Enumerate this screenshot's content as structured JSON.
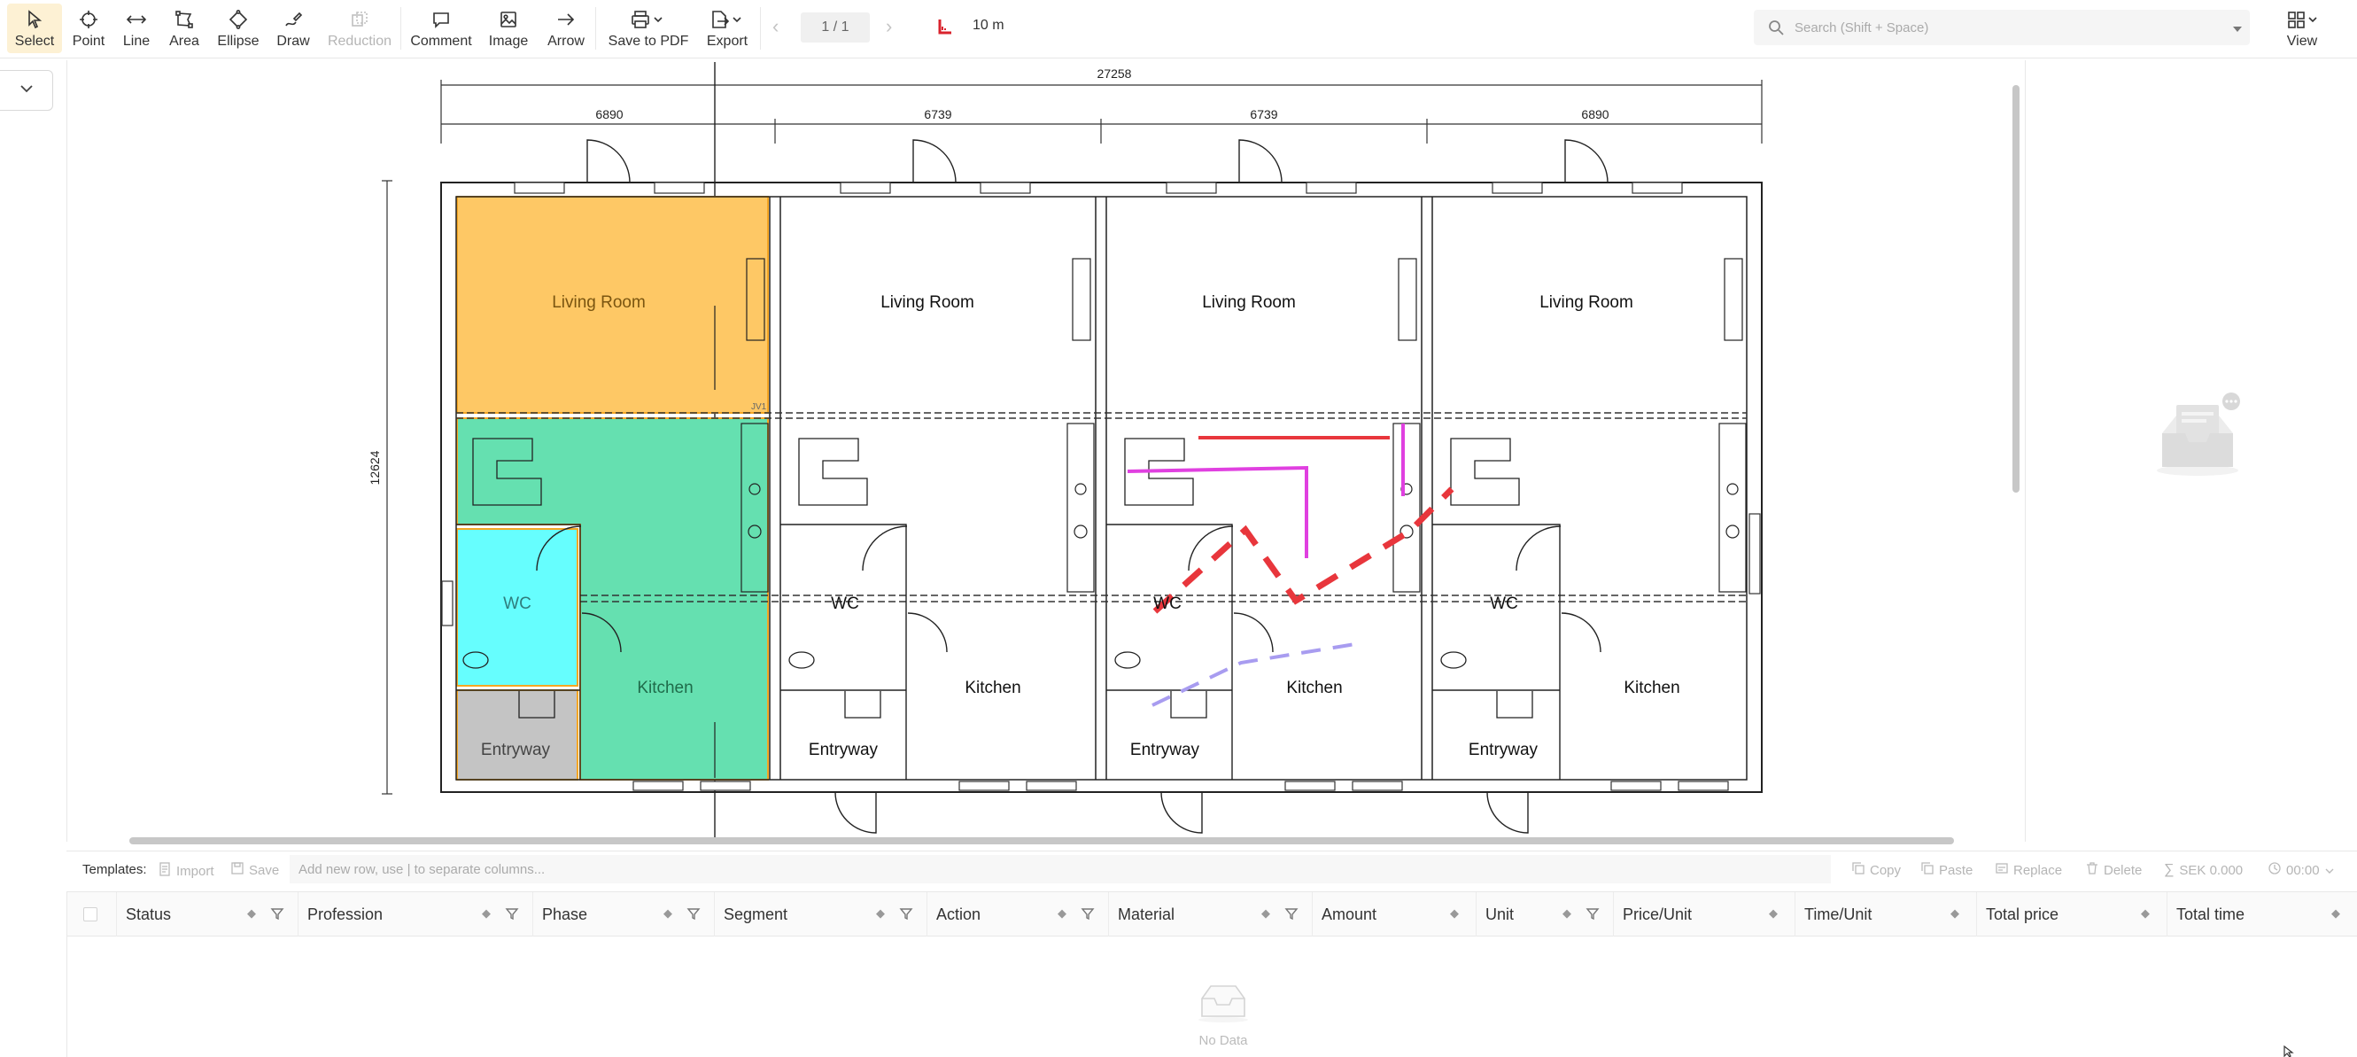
{
  "toolbar": {
    "tools": [
      {
        "key": "select",
        "label": "Select"
      },
      {
        "key": "point",
        "label": "Point"
      },
      {
        "key": "line",
        "label": "Line"
      },
      {
        "key": "area",
        "label": "Area"
      },
      {
        "key": "ellipse",
        "label": "Ellipse"
      },
      {
        "key": "draw",
        "label": "Draw"
      },
      {
        "key": "reduction",
        "label": "Reduction"
      },
      {
        "key": "comment",
        "label": "Comment"
      },
      {
        "key": "image",
        "label": "Image"
      },
      {
        "key": "arrow",
        "label": "Arrow"
      },
      {
        "key": "save_pdf",
        "label": "Save to PDF"
      },
      {
        "key": "export",
        "label": "Export"
      }
    ],
    "page_indicator": "1 / 1",
    "scale": "10 m",
    "search_placeholder": "Search (Shift + Space)",
    "view_label": "View"
  },
  "plan": {
    "overall_width": "27258",
    "unit_widths": [
      "6890",
      "6739",
      "6739",
      "6890"
    ],
    "overall_height": "12624",
    "rooms": {
      "u1": {
        "living": "Living Room",
        "wc": "WC",
        "kitchen": "Kitchen",
        "entry": "Entryway"
      },
      "u2": {
        "living": "Living Room",
        "wc": "WC",
        "kitchen": "Kitchen",
        "entry": "Entryway"
      },
      "u3": {
        "living": "Living Room",
        "wc": "WC",
        "kitchen": "Kitchen",
        "entry": "Entryway"
      },
      "u4": {
        "living": "Living Room",
        "wc": "WC",
        "kitchen": "Kitchen",
        "entry": "Entryway"
      }
    },
    "small_tag": "JV1"
  },
  "colors": {
    "living_fill": "#fec865",
    "kitchen_fill": "#65e0b0",
    "wc_fill": "#66fefe",
    "entry_fill": "#c4c4c4",
    "accent": "#f5a623",
    "red_line": "#e8363c",
    "magenta_line": "#e040e0",
    "lavender_line": "#a89cf0"
  },
  "templates": {
    "label": "Templates:",
    "import": "Import",
    "save": "Save",
    "row_placeholder": "Add new row, use | to separate columns...",
    "copy": "Copy",
    "paste": "Paste",
    "replace": "Replace",
    "delete": "Delete",
    "sum": "SEK 0.000",
    "time": "00:00"
  },
  "table": {
    "columns": [
      "Status",
      "Profession",
      "Phase",
      "Segment",
      "Action",
      "Material",
      "Amount",
      "Unit",
      "Price/Unit",
      "Time/Unit",
      "Total price",
      "Total time"
    ],
    "empty_text": "No Data"
  }
}
